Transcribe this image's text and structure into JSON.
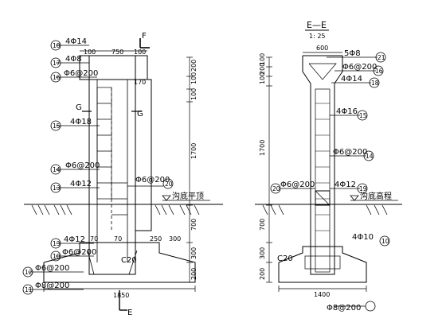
{
  "left_view": {
    "section_mark": "F",
    "cut_mark": "G",
    "bottom_mark": "E",
    "callouts": [
      {
        "num": "18",
        "text": "4Φ14"
      },
      {
        "num": "17",
        "text": "4Φ8"
      },
      {
        "num": "16",
        "text": "Φ6@200"
      },
      {
        "num": "15",
        "text": "4Φ18"
      },
      {
        "num": "14",
        "text": "Φ6@200"
      },
      {
        "num": "13",
        "text": "4Φ12"
      },
      {
        "num": "13",
        "text": "4Φ12"
      },
      {
        "num": "10",
        "text": "Φ6@200"
      },
      {
        "num": "12",
        "text": "Φ6@200"
      },
      {
        "num": "11",
        "text": "Φ8@200"
      }
    ],
    "right_callout": {
      "num": "20",
      "text": "Φ6@200"
    },
    "top_dims": [
      "100",
      "750",
      "100"
    ],
    "vertical_dims": [
      "200",
      "100",
      "100",
      "1700",
      "700",
      "300",
      "200"
    ],
    "bottom_dims": [
      "70",
      "70",
      "250",
      "300"
    ],
    "overall_width": "1850",
    "concrete": "C20",
    "ground_label": "沟底平顶",
    "small_text": "170"
  },
  "right_view": {
    "title": "E—E",
    "scale": "1: 25",
    "top_dim": "600",
    "callouts": [
      {
        "num": "21",
        "text": "5Φ8"
      },
      {
        "num": "16",
        "text": "Φ6@200"
      },
      {
        "num": "18",
        "text": "4Φ14"
      },
      {
        "num": "15",
        "text": "4Φ16"
      },
      {
        "num": "14",
        "text": "Φ6@200"
      },
      {
        "num": "19",
        "text": "4Φ12"
      },
      {
        "num": "20",
        "text": "Φ6@200"
      }
    ],
    "vertical_dims": [
      "100",
      "200",
      "100",
      "1700",
      "700",
      "300",
      "200"
    ],
    "ground_label": "沟底高程",
    "bottom_dim": "1400",
    "concrete": "C20",
    "bottom_right_callout": {
      "num": "10",
      "text": "4Φ10"
    },
    "bottom_callout": "Φ8@200"
  }
}
